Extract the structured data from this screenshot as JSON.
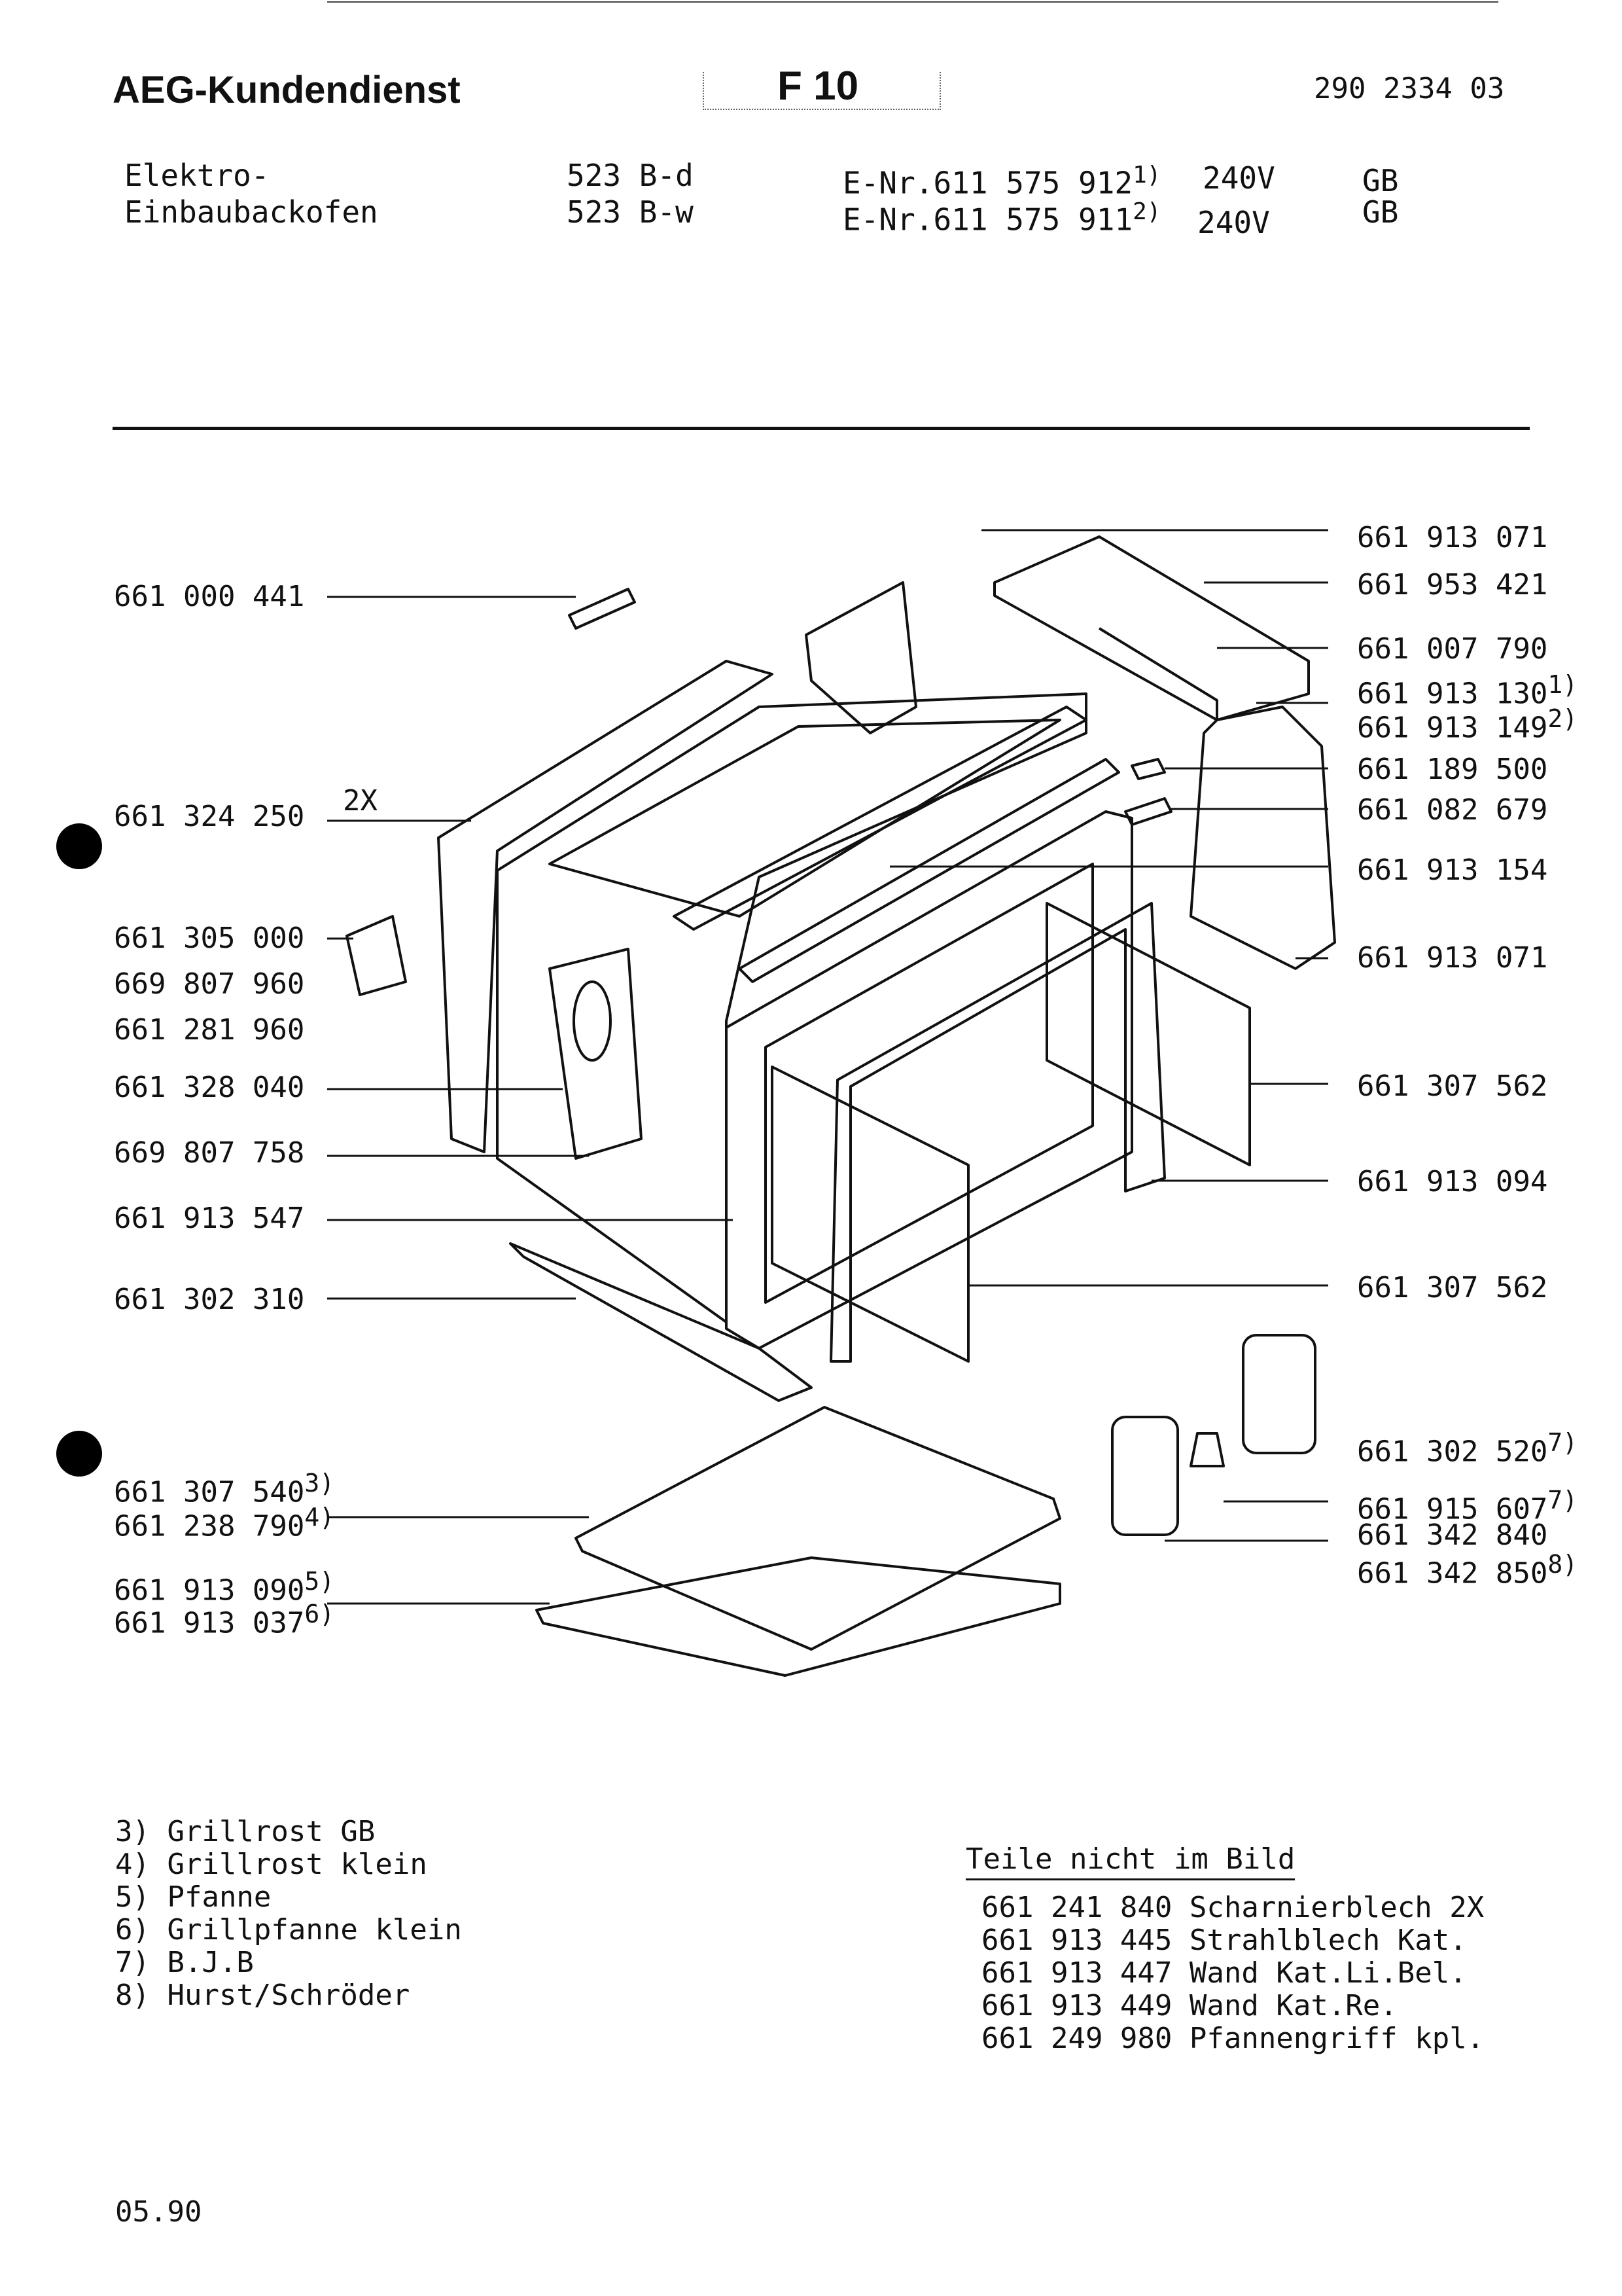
{
  "header": {
    "brand": "AEG-Kundendienst",
    "section": "F 10",
    "doc_number": "290 2334 03"
  },
  "product": {
    "type_line1": "Elektro-",
    "type_line2": "Einbaubackofen",
    "models": [
      {
        "model": "523 B-d",
        "enr": "E-Nr.611 575 912",
        "sup": "1)",
        "voltage": "240V",
        "country": "GB"
      },
      {
        "model": "523 B-w",
        "enr": "E-Nr.611 575 911",
        "sup": "2)",
        "voltage": "240V",
        "country": "GB"
      }
    ]
  },
  "parts_left": [
    {
      "id": "p-661000441",
      "text": "661 000 441",
      "sup": "",
      "note": ""
    },
    {
      "id": "p-661324250",
      "text": "661 324 250",
      "sup": "",
      "note": "2X"
    },
    {
      "id": "p-661305000",
      "text": "661 305 000",
      "sup": "",
      "note": ""
    },
    {
      "id": "p-669807960",
      "text": "669 807 960",
      "sup": "",
      "note": ""
    },
    {
      "id": "p-661281960",
      "text": "661 281 960",
      "sup": "",
      "note": ""
    },
    {
      "id": "p-661328040",
      "text": "661 328 040",
      "sup": "",
      "note": ""
    },
    {
      "id": "p-669807758",
      "text": "669 807 758",
      "sup": "",
      "note": ""
    },
    {
      "id": "p-661913547",
      "text": "661 913 547",
      "sup": "",
      "note": ""
    },
    {
      "id": "p-661302310",
      "text": "661 302 310",
      "sup": "",
      "note": ""
    },
    {
      "id": "p-661307540",
      "text": "661 307 540",
      "sup": "3)",
      "note": ""
    },
    {
      "id": "p-661238790",
      "text": "661 238 790",
      "sup": "4)",
      "note": ""
    },
    {
      "id": "p-661913090",
      "text": "661 913 090",
      "sup": "5)",
      "note": ""
    },
    {
      "id": "p-661913037",
      "text": "661 913 037",
      "sup": "6)",
      "note": ""
    }
  ],
  "parts_right": [
    {
      "id": "p-661913071a",
      "text": "661 913 071",
      "sup": ""
    },
    {
      "id": "p-661953421",
      "text": "661 953 421",
      "sup": ""
    },
    {
      "id": "p-661007790",
      "text": "661 007 790",
      "sup": ""
    },
    {
      "id": "p-661913130",
      "text": "661 913 130",
      "sup": "1)"
    },
    {
      "id": "p-661913149",
      "text": "661 913 149",
      "sup": "2)"
    },
    {
      "id": "p-661189500",
      "text": "661 189 500",
      "sup": ""
    },
    {
      "id": "p-661082679",
      "text": "661 082 679",
      "sup": ""
    },
    {
      "id": "p-661913154",
      "text": "661 913 154",
      "sup": ""
    },
    {
      "id": "p-661913071b",
      "text": "661 913 071",
      "sup": ""
    },
    {
      "id": "p-661307562a",
      "text": "661 307 562",
      "sup": ""
    },
    {
      "id": "p-661913094",
      "text": "661 913 094",
      "sup": ""
    },
    {
      "id": "p-661307562b",
      "text": "661 307 562",
      "sup": ""
    },
    {
      "id": "p-661302520",
      "text": "661 302 520",
      "sup": "7)"
    },
    {
      "id": "p-661915607",
      "text": "661 915 607",
      "sup": "7)"
    },
    {
      "id": "p-661342840",
      "text": "661 342 840",
      "sup": ""
    },
    {
      "id": "p-661342850",
      "text": "661 342 850",
      "sup": "8)"
    }
  ],
  "footnotes": [
    "3) Grillrost GB",
    "4) Grillrost klein",
    "5) Pfanne",
    "6) Grillpfanne klein",
    "7) B.J.B",
    "8) Hurst/Schröder"
  ],
  "not_shown": {
    "title": "Teile nicht im Bild",
    "items": [
      "661 241 840 Scharnierblech 2X",
      "661 913 445 Strahlblech Kat.",
      "661 913 447 Wand Kat.Li.Bel.",
      "661 913 449 Wand Kat.Re.",
      "661 249 980 Pfannengriff kpl."
    ]
  },
  "date": "05.90"
}
